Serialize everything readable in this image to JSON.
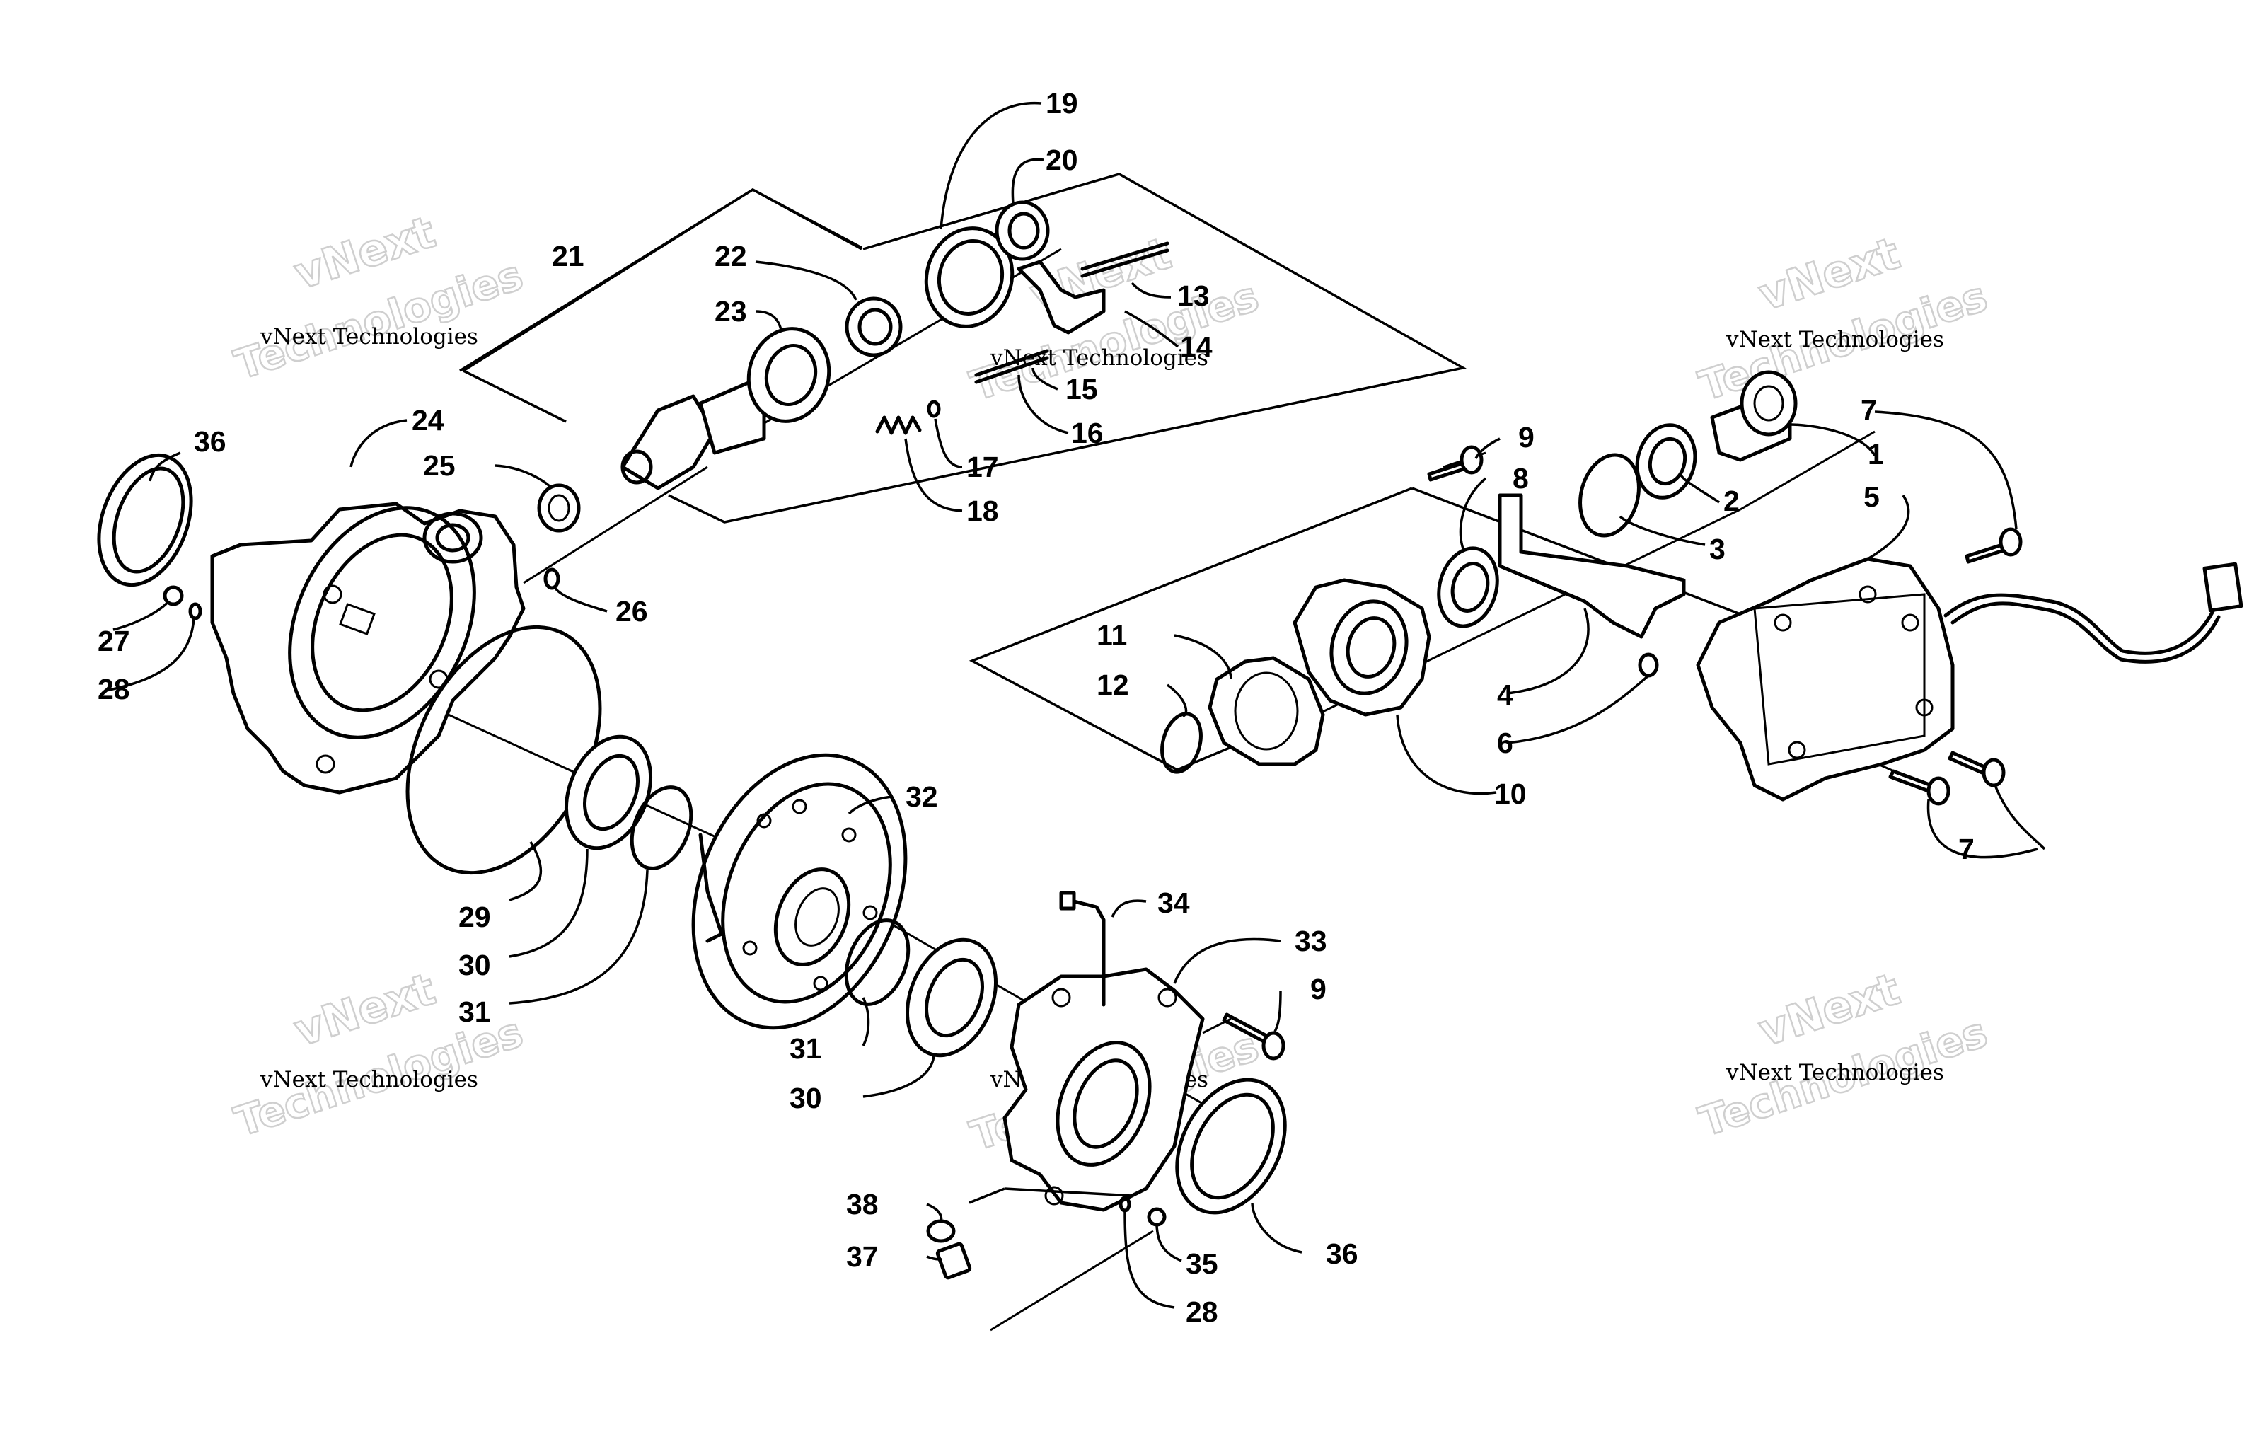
{
  "watermark": {
    "line": "vNext Technologies",
    "big_top": "vNext",
    "big_bottom": "Technologies"
  },
  "callouts": {
    "c1": "1",
    "c2": "2",
    "c3": "3",
    "c4": "4",
    "c5": "5",
    "c6": "6",
    "c7a": "7",
    "c7b": "7",
    "c8": "8",
    "c9a": "9",
    "c9b": "9",
    "c10": "10",
    "c11": "11",
    "c12": "12",
    "c13": "13",
    "c14": "14",
    "c15": "15",
    "c16": "16",
    "c17": "17",
    "c18": "18",
    "c19": "19",
    "c20": "20",
    "c21": "21",
    "c22": "22",
    "c23": "23",
    "c24": "24",
    "c25": "25",
    "c26": "26",
    "c27": "27",
    "c28a": "28",
    "c28b": "28",
    "c29": "29",
    "c30a": "30",
    "c30b": "30",
    "c31a": "31",
    "c31b": "31",
    "c32": "32",
    "c33": "33",
    "c34": "34",
    "c35": "35",
    "c36a": "36",
    "c36b": "36",
    "c37": "37",
    "c38": "38"
  }
}
